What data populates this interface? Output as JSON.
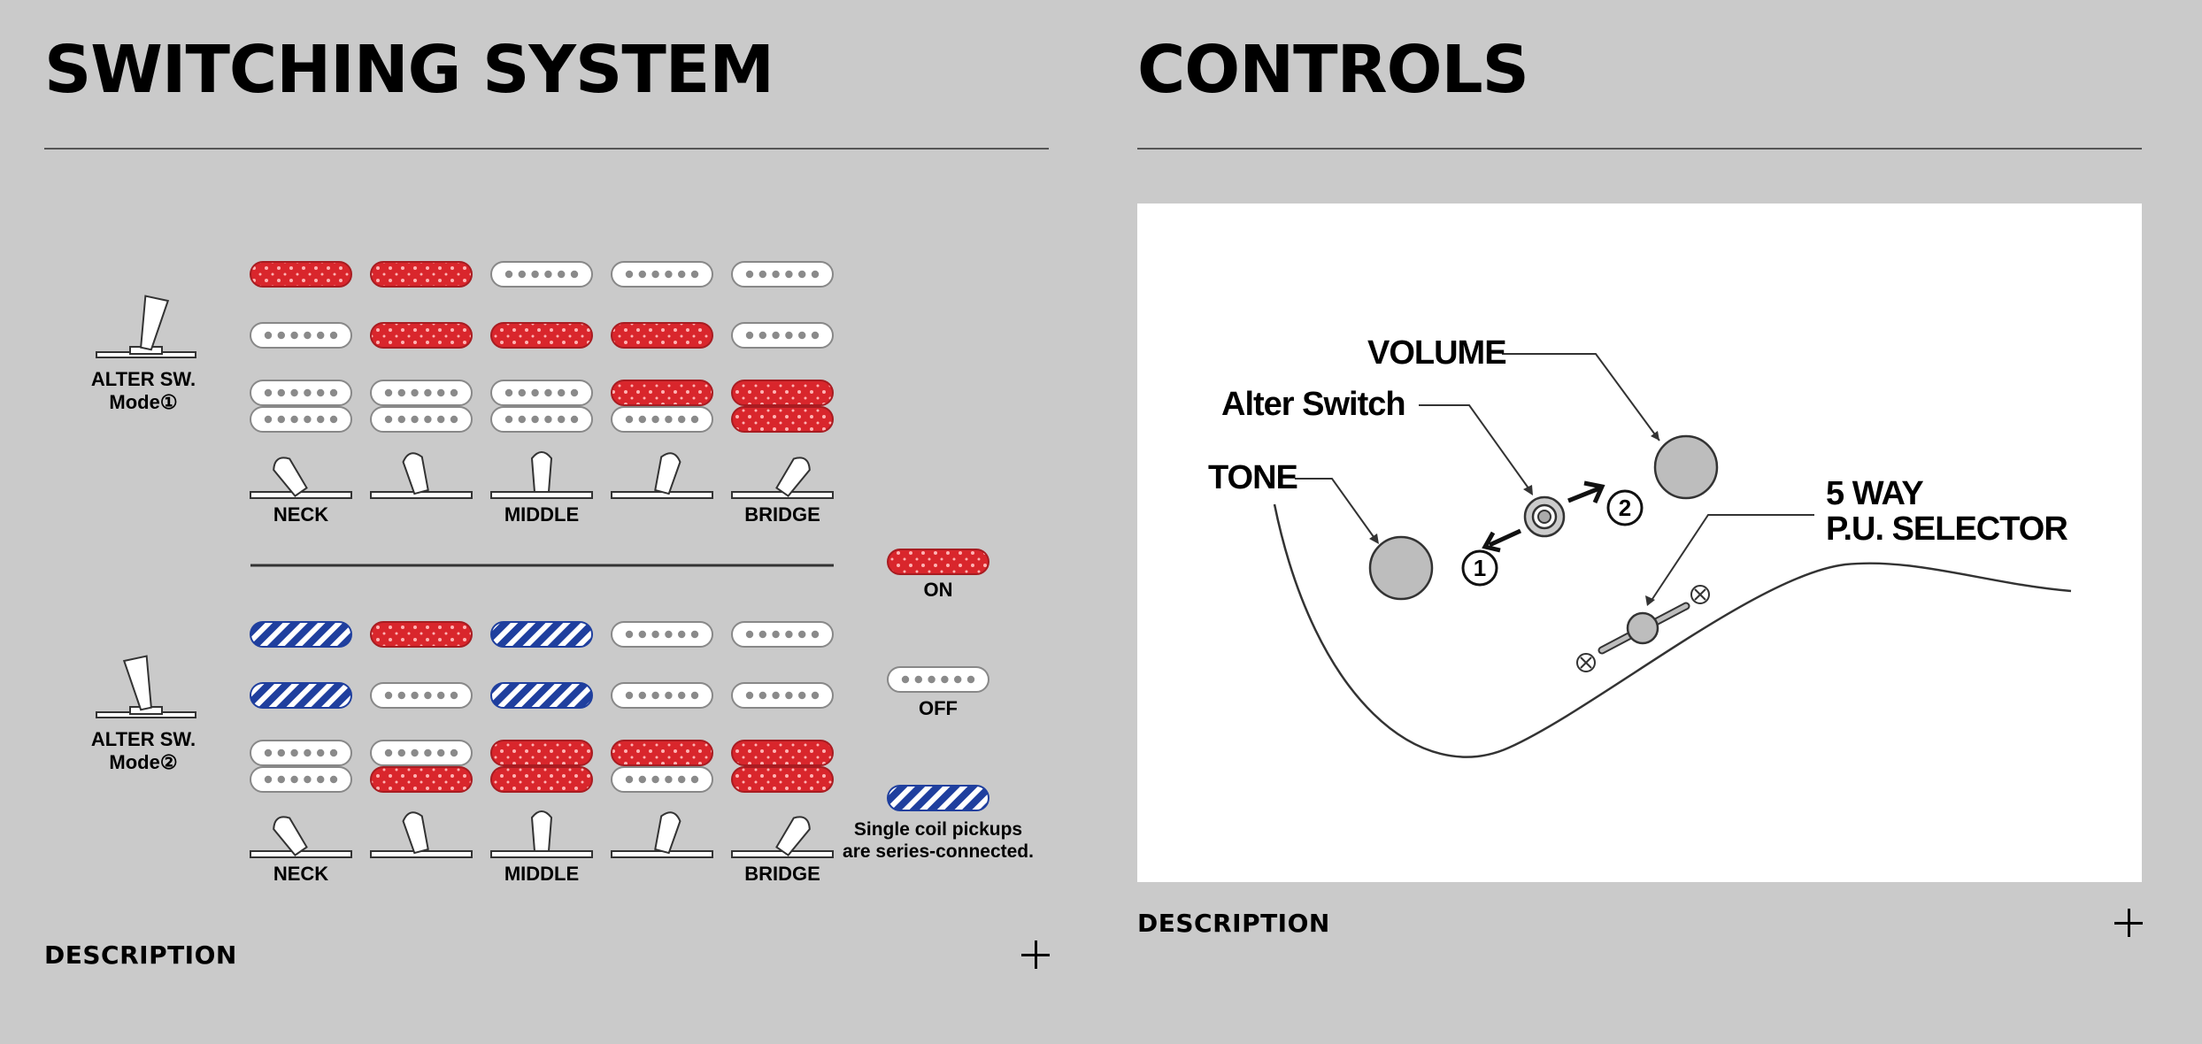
{
  "switching": {
    "title": "SWITCHING SYSTEM",
    "mode1_label": [
      "ALTER SW.",
      "Mode①"
    ],
    "mode2_label": [
      "ALTER SW.",
      "Mode②"
    ],
    "positions": [
      "NECK",
      "",
      "MIDDLE",
      "",
      "BRIDGE"
    ],
    "mode1_rows": [
      [
        "on",
        "on",
        "off",
        "off",
        "off"
      ],
      [
        "off",
        "on",
        "on",
        "on",
        "off"
      ],
      [
        "off|off",
        "off|off",
        "off|off",
        "on|off",
        "on|on"
      ]
    ],
    "mode2_rows": [
      [
        "series",
        "on",
        "series",
        "off",
        "off"
      ],
      [
        "series",
        "off",
        "series",
        "off",
        "off"
      ],
      [
        "off|off",
        "off|on",
        "on|on",
        "on|off",
        "on|on"
      ]
    ],
    "legend": {
      "on": "ON",
      "off": "OFF",
      "series": [
        "Single coil pickups",
        "are series-connected."
      ]
    },
    "description": "DESCRIPTION"
  },
  "controls": {
    "title": "CONTROLS",
    "labels": {
      "volume": "VOLUME",
      "alter_switch": "Alter Switch",
      "tone": "TONE",
      "selector": [
        "5 WAY",
        "P.U. SELECTOR"
      ],
      "pos1": "1",
      "pos2": "2"
    },
    "description": "DESCRIPTION"
  },
  "colors": {
    "background": "#cacaca",
    "on_red": "#d9262c",
    "series_blue": "#1f3f9e",
    "knob_gray": "#bdbdbd"
  },
  "icons": {
    "expand": "plus-icon",
    "toggle_switch": "toggle-switch-icon",
    "pickup": "pickup-icon",
    "knob": "knob-icon"
  }
}
